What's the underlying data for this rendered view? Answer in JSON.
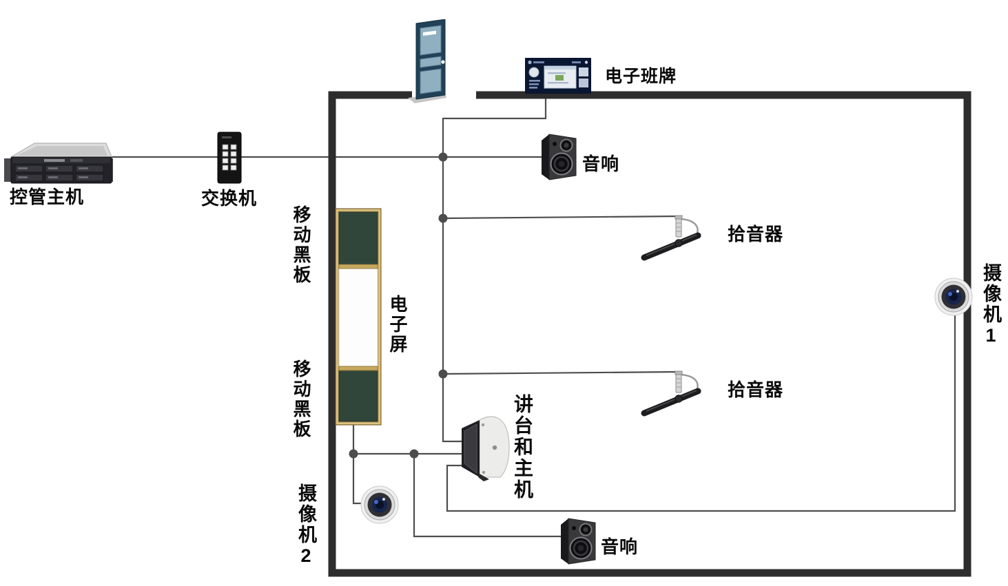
{
  "diagram_type": "smart-classroom equipment wiring diagram",
  "labels": {
    "control_host": "控管主机",
    "switch": "交换机",
    "class_sign": "电子班牌",
    "speaker_top": "音响",
    "speaker_bottom": "音响",
    "pickup_1": "拾音器",
    "pickup_2": "拾音器",
    "camera_1": "摄像机1",
    "camera_2": "摄像机2",
    "blackboard_top": "移动黑板",
    "blackboard_bottom": "移动黑板",
    "screen": "电子屏",
    "podium": "讲台和主机"
  },
  "icons": {
    "control_host": "rack-server",
    "switch": "network-switch",
    "door": "open-door",
    "class_sign": "wall-tablet",
    "speaker": "loudspeaker-box",
    "pickup": "boom-microphone",
    "blackboard_screen": "sliding-blackboard-with-led-screen",
    "podium": "lectern-host",
    "camera": "fisheye-camera"
  },
  "connections": [
    {
      "from": "control_host",
      "to": "switch"
    },
    {
      "from": "switch",
      "to": "trunk-junction"
    },
    {
      "from": "trunk",
      "to": "class_sign"
    },
    {
      "from": "trunk",
      "to": "speaker_top"
    },
    {
      "from": "trunk",
      "to": "pickup_1"
    },
    {
      "from": "trunk",
      "to": "pickup_2"
    },
    {
      "from": "trunk",
      "to": "podium"
    },
    {
      "from": "blackboard_screen",
      "to": "podium"
    },
    {
      "from": "blackboard_junction",
      "to": "camera_2"
    },
    {
      "from": "blackboard_junction",
      "to": "speaker_bottom"
    },
    {
      "from": "podium",
      "to": "camera_1"
    }
  ],
  "colors": {
    "wall": "#2d2d2d",
    "line": "#4d4d4d",
    "door_frame": "#204158",
    "door_panel": "#8fb0c0",
    "class_sign_body": "#0a1733",
    "blackboard_green": "#31463a",
    "frame_gold": "#c6a85e",
    "label_text": "#0a0a0a"
  }
}
